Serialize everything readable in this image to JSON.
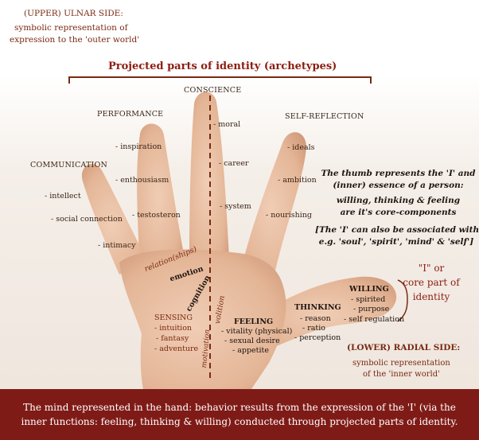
{
  "upper": {
    "title": "(UPPER) ULNAR SIDE:",
    "line1": "symbolic representation of",
    "line2": "expression to the 'outer world'"
  },
  "projected_title": "Projected parts of identity (archetypes)",
  "fingers": {
    "conscience": "CONSCIENCE",
    "performance": "PERFORMANCE",
    "self_reflection": "SELF-REFLECTION",
    "communication": "COMMUNICATION"
  },
  "items": {
    "moral": "- moral",
    "career": "- career",
    "system": "- system",
    "inspiration": "- inspiration",
    "enthusiasm": "- enthousiasm",
    "testosteron": "- testosteron",
    "ideals": "- ideals",
    "ambition": "- ambition",
    "nourishing": "- nourishing",
    "intellect": "- intellect",
    "social": "- social connection",
    "intimacy": "- intimacy"
  },
  "thumb_note": {
    "line1": "The thumb represents the 'I' and",
    "line2": "(inner) essence of a person:",
    "line3": "willing, thinking & feeling",
    "line4": "are it's core-components"
  },
  "associated": {
    "line1": "[The 'I' can also be associated with",
    "line2": "e.g. 'soul', 'spirit', 'mind' & 'self']"
  },
  "i_core": {
    "line1": "\"I\" or",
    "line2": "core part of",
    "line3": "identity"
  },
  "palm": {
    "relationships": "relation(ships)",
    "emotion": "emotion",
    "cognition": "cognition",
    "volition": "volition",
    "motivation": "motivation"
  },
  "willing": {
    "title": "WILLING",
    "items": [
      "- spirited",
      "- purpose",
      "- self regulation"
    ]
  },
  "thinking": {
    "title": "THINKING",
    "items": [
      "- reason",
      "- ratio",
      "- perception"
    ]
  },
  "feeling": {
    "title": "FEELING",
    "items": [
      "- vitality (physical)",
      "- sexual desire",
      "- appetite"
    ]
  },
  "sensing": {
    "title": "SENSING",
    "items": [
      "- intuition",
      "- fantasy",
      "- adventure"
    ]
  },
  "lower": {
    "title": "(LOWER) RADIAL SIDE:",
    "line1": "symbolic representation",
    "line2": "of the 'inner world'"
  },
  "footer": {
    "line1": "The mind represented in the hand: behavior results from the expression of the 'I'  (via the",
    "line2": "inner functions: feeling, thinking & willing) conducted through projected parts of identity."
  },
  "colors": {
    "accent": "#8b1d10",
    "footer_bg": "#7f1b17",
    "skin": "#e7bfa3",
    "text": "#3a2416"
  }
}
